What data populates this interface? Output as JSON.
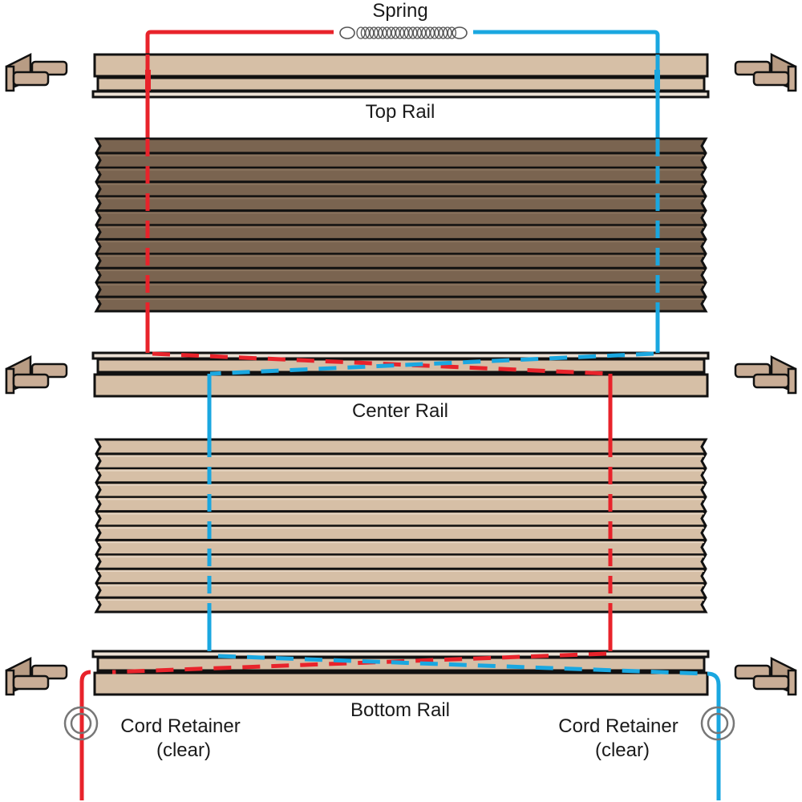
{
  "diagram": {
    "title": "Top-Down Bottom-Up Cellular Shade Cord Routing",
    "labels": {
      "spring": "Spring",
      "top_rail": "Top Rail",
      "center_rail": "Center Rail",
      "bottom_rail": "Bottom Rail",
      "cord_retainer_left_line1": "Cord Retainer",
      "cord_retainer_left_line2": "(clear)",
      "cord_retainer_right_line1": "Cord Retainer",
      "cord_retainer_right_line2": "(clear)"
    },
    "colors": {
      "rail_fill": "#d6bfa6",
      "top_fabric": "#7a6450",
      "bottom_fabric": "#d6bfa6",
      "outline": "#111111",
      "cord_red": "#e8232b",
      "cord_blue": "#1aa7e0",
      "bracket_fill": "#c9ad96"
    },
    "top_fabric_pleats": 12,
    "bottom_fabric_pleats": 12,
    "brackets": [
      "top-left",
      "top-right",
      "center-left",
      "center-right",
      "bottom-left",
      "bottom-right"
    ]
  }
}
